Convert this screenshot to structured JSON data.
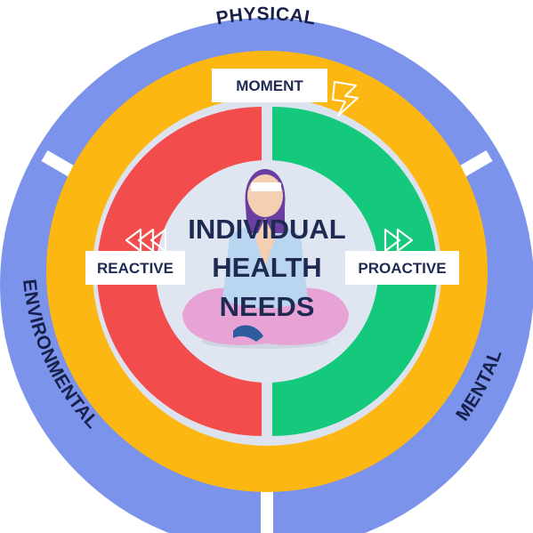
{
  "diagram": {
    "outer_ring": {
      "color": "#7B93EA",
      "segments": [
        {
          "label": "PHYSICAL"
        },
        {
          "label": "MENTAL"
        },
        {
          "label": "ENVIRONMENTAL"
        }
      ]
    },
    "moment_ring": {
      "label": "MOMENT",
      "color": "#FDB713"
    },
    "inner_ring": {
      "left": {
        "label": "REACTIVE",
        "color": "#F24C4C"
      },
      "right": {
        "label": "PROACTIVE",
        "color": "#14C97C"
      }
    },
    "center": {
      "lines": [
        "INDIVIDUAL",
        "HEALTH",
        "NEEDS"
      ],
      "text_color": "#1E2A52",
      "background": "#DFE6F1"
    },
    "icons": [
      "lightning-icon",
      "rewind-icon",
      "fast-forward-icon",
      "meditating-person-illustration"
    ]
  }
}
